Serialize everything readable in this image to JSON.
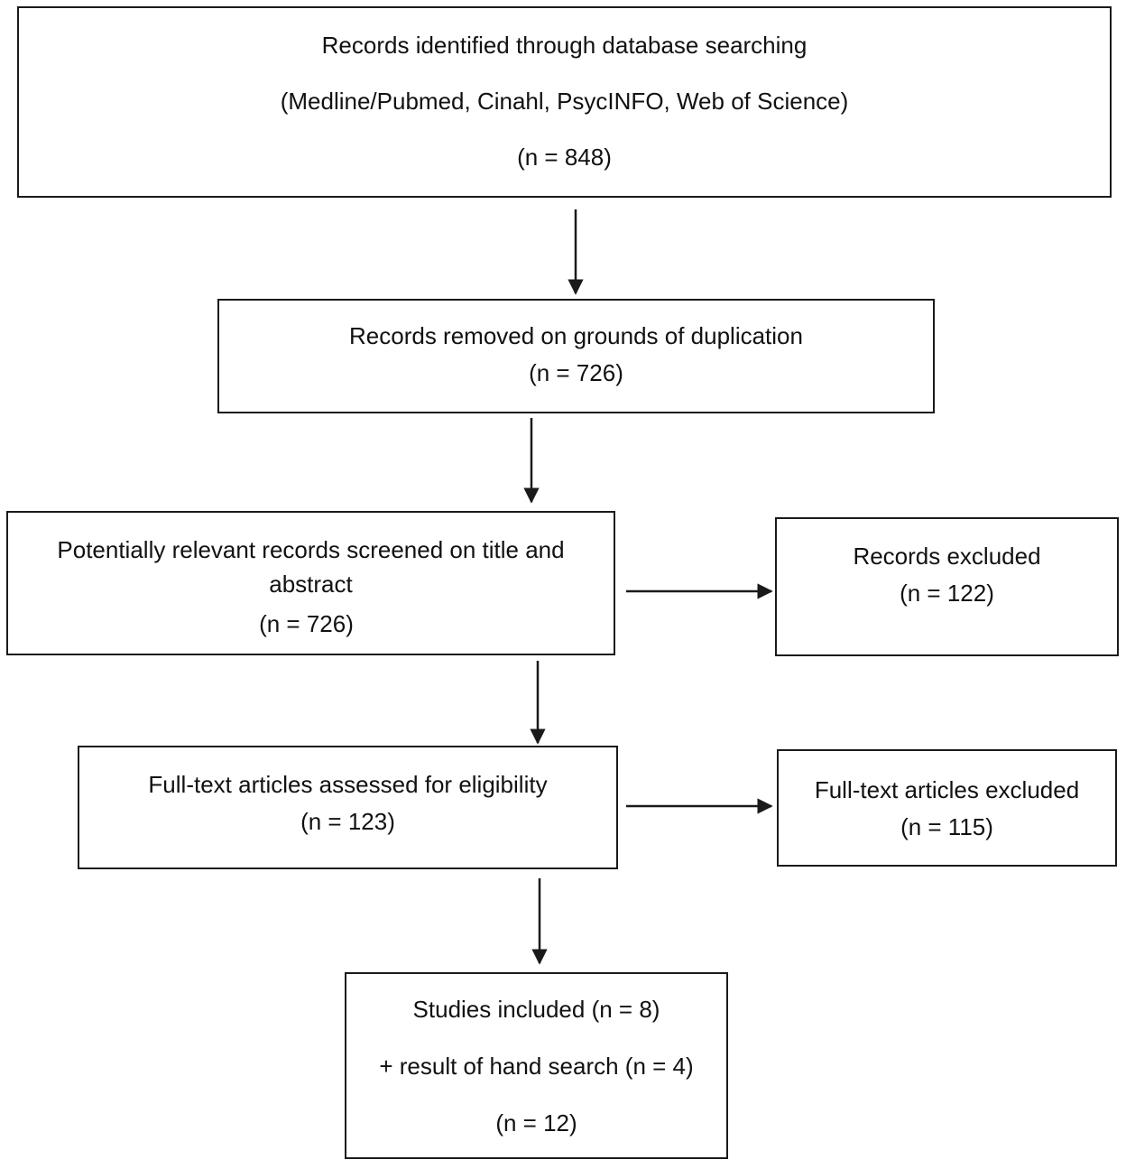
{
  "boxes": {
    "identified": {
      "line1": "Records identified through database searching",
      "line2": "(Medline/Pubmed, Cinahl, PsycINFO, Web of Science)",
      "line3": "(n = 848)"
    },
    "duplicates": {
      "line1": "Records removed on grounds of duplication",
      "line2": "(n = 726)"
    },
    "screened": {
      "line1": "Potentially relevant records screened on title and abstract",
      "line2": "(n = 726)"
    },
    "excluded": {
      "line1": "Records excluded",
      "line2": "(n = 122)"
    },
    "fulltext": {
      "line1": "Full-text articles assessed for eligibility",
      "line2": "(n = 123)"
    },
    "fulltext_excluded": {
      "line1": "Full-text articles excluded",
      "line2": "(n = 115)"
    },
    "included": {
      "line1": "Studies included (n = 8)",
      "line2": "+ result of hand search (n = 4)",
      "line3": "(n = 12)"
    }
  },
  "colors": {
    "stroke": "#1a1a1a",
    "background": "#ffffff"
  }
}
